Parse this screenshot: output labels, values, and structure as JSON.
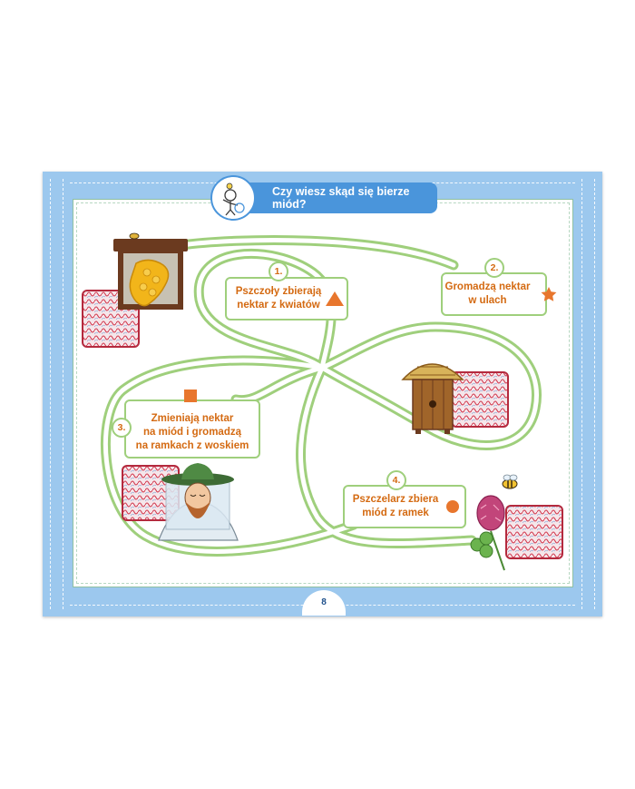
{
  "header": {
    "title": "Czy wiesz skąd się bierze miód?"
  },
  "steps": [
    {
      "number": "1.",
      "line1": "Pszczoły zbierają",
      "line2": "nektar z kwiatów",
      "line3": "",
      "shape": "triangle"
    },
    {
      "number": "2.",
      "line1": "Gromadzą nektar",
      "line2": "w ulach",
      "line3": "",
      "shape": "star"
    },
    {
      "number": "3.",
      "line1": "Zmieniają nektar",
      "line2": "na miód i gromadzą",
      "line3": "na ramkach z woskiem",
      "shape": "square"
    },
    {
      "number": "4.",
      "line1": "Pszczelarz zbiera",
      "line2": "miód z ramek",
      "line3": "",
      "shape": "circle"
    }
  ],
  "footer": {
    "page_number": "8"
  },
  "colors": {
    "frame": "#9cc8ee",
    "title_bar": "#4a95db",
    "path": "#9fcf7c",
    "text": "#d46a12",
    "shape": "#e8762d",
    "sticker": "#d1364c"
  },
  "icons": [
    "lightbulb-mascot-icon",
    "honey-frame-icon",
    "beehive-icon",
    "beekeeper-icon",
    "clover-flower-icon",
    "bee-icon"
  ]
}
